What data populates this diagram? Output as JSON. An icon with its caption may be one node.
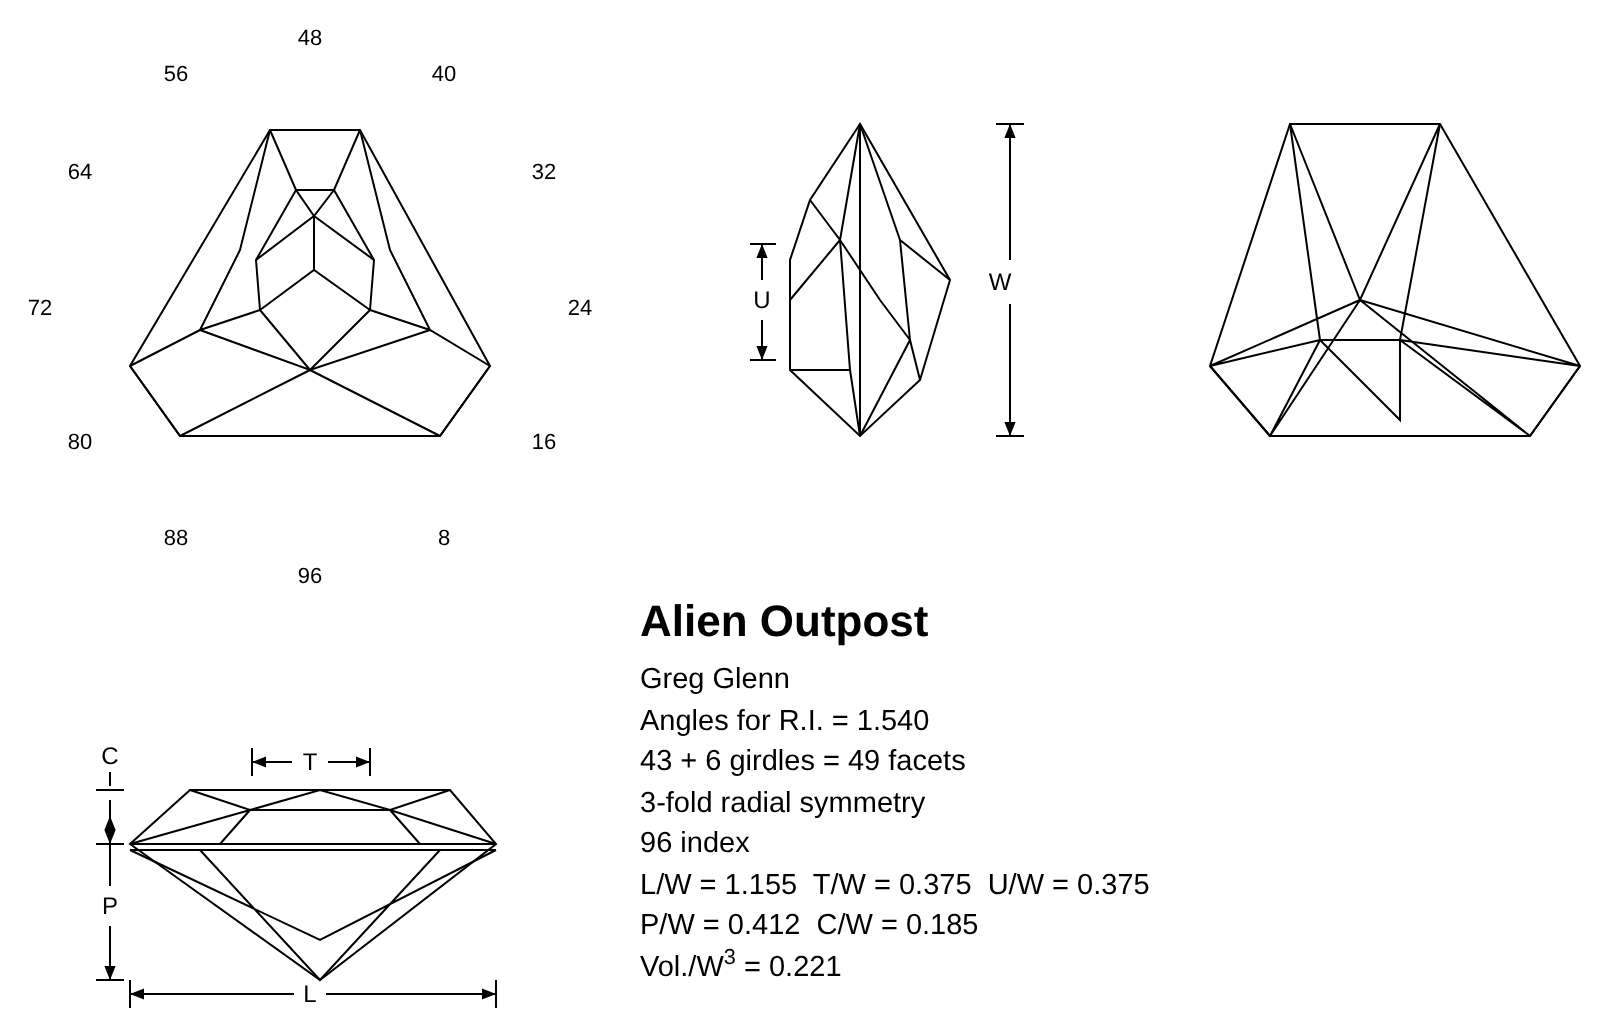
{
  "diagram": {
    "title": "Alien Outpost",
    "labels": [
      "48",
      "40",
      "32",
      "24",
      "16",
      "8",
      "96",
      "88",
      "80",
      "72",
      "64",
      "56",
      "U",
      "W",
      "C",
      "T",
      "P",
      "L",
      "Greg Glenn",
      "Angles for R.I. = 1.540",
      "43 + 6 girdles = 49 facets",
      "3-fold radial symmetry",
      "96 index",
      "L/W = 1.155  T/W = 0.375  U/W = 0.375",
      "P/W = 0.412  C/W = 0.185",
      "Vol./W$^{3}$ = 0.221"
    ]
  }
}
